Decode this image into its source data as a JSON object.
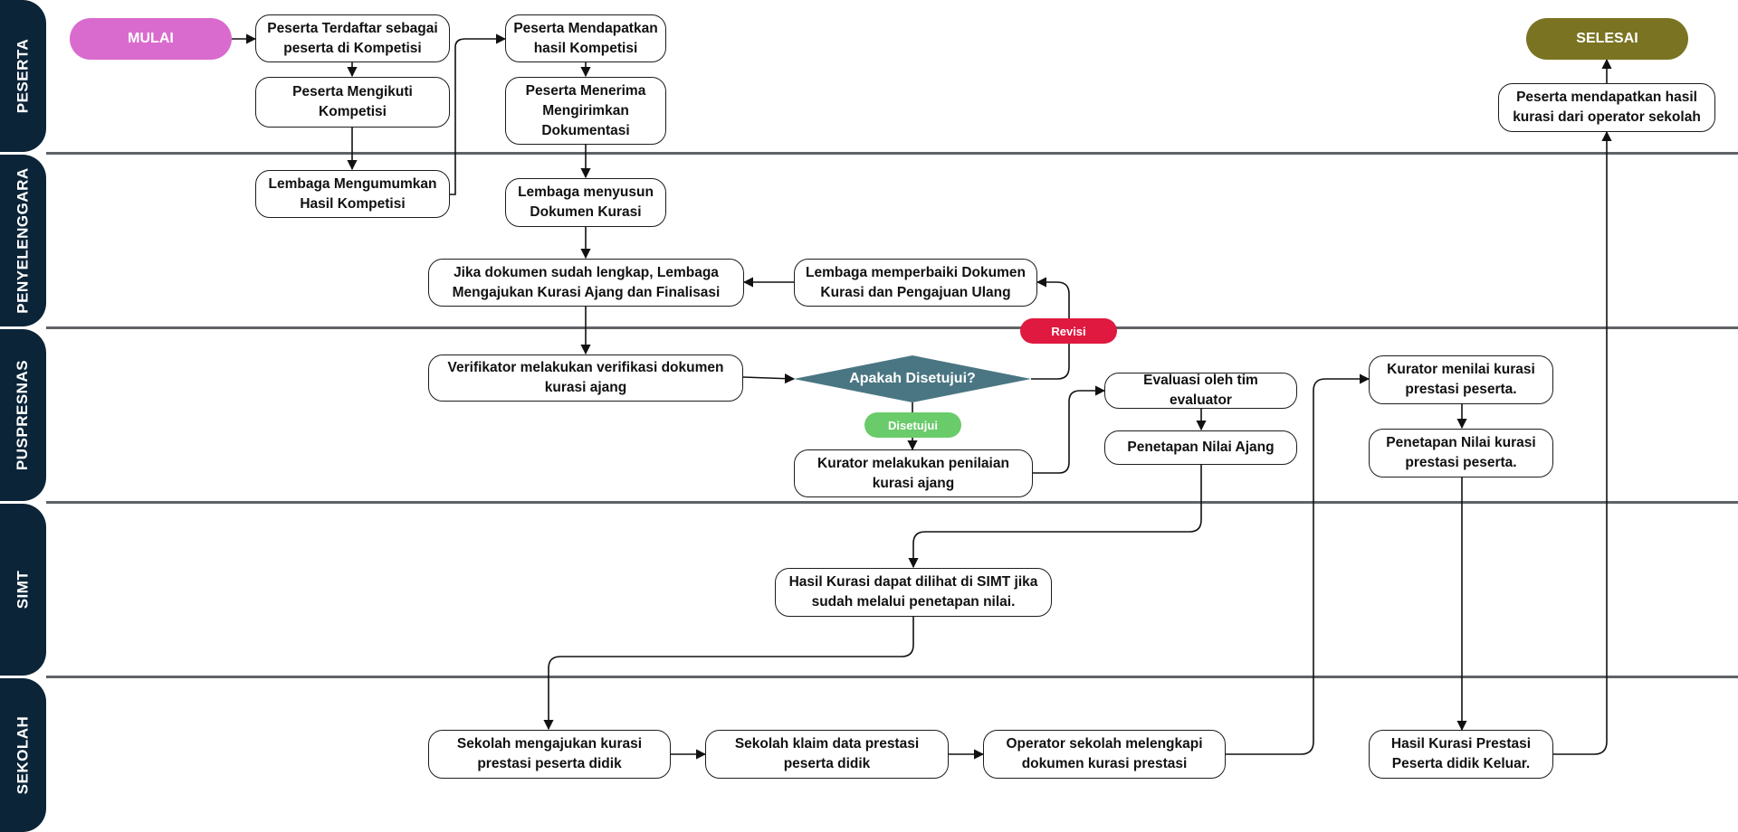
{
  "colors": {
    "lane_label_bg": "#0b2438",
    "divider": "#5f6266",
    "start": "#d96bce",
    "end": "#7a7322",
    "decision": "#4a7683",
    "revisi": "#df1940",
    "disetujui": "#6acb6b"
  },
  "lanes": [
    "PESERTA",
    "PENYELENGGARA",
    "PUSPRESNAS",
    "SIMT",
    "SEKOLAH"
  ],
  "terminals": {
    "start": "MULAI",
    "end": "SELESAI"
  },
  "nodes": {
    "terdaftar": "Peserta Terdaftar sebagai peserta di Kompetisi",
    "mengikuti": "Peserta Mengikuti Kompetisi",
    "mengumumkan": "Lembaga Mengumumkan Hasil Kompetisi",
    "mendapatkan_hasil": "Peserta Mendapatkan hasil Kompetisi",
    "menerima_dokumentasi": "Peserta Menerima Mengirimkan Dokumentasi",
    "menyusun_dokumen": "Lembaga menyusun Dokumen Kurasi",
    "mengajukan_ajang": "Jika dokumen sudah lengkap, Lembaga Mengajukan Kurasi Ajang dan Finalisasi",
    "memperbaiki": "Lembaga memperbaiki Dokumen Kurasi dan Pengajuan Ulang",
    "verifikasi": "Verifikator melakukan verifikasi dokumen kurasi ajang",
    "penilaian_ajang": "Kurator melakukan penilaian kurasi ajang",
    "evaluasi": "Evaluasi oleh tim evaluator",
    "penetapan_ajang": "Penetapan Nilai Ajang",
    "kurator_menilai": "Kurator menilai kurasi prestasi peserta.",
    "penetapan_prestasi": "Penetapan Nilai kurasi prestasi peserta.",
    "simt_hasil": "Hasil Kurasi dapat dilihat di SIMT jika sudah melalui penetapan nilai.",
    "sekolah_mengajukan": "Sekolah mengajukan kurasi prestasi peserta didik",
    "sekolah_klaim": "Sekolah klaim data prestasi peserta didik",
    "operator_melengkapi": "Operator sekolah melengkapi dokumen kurasi prestasi",
    "hasil_keluar": "Hasil Kurasi Prestasi Peserta didik Keluar.",
    "peserta_hasil_akhir": "Peserta mendapatkan hasil kurasi dari operator sekolah"
  },
  "decision": {
    "question": "Apakah Disetujui?",
    "yes_label": "Disetujui",
    "no_label": "Revisi"
  }
}
